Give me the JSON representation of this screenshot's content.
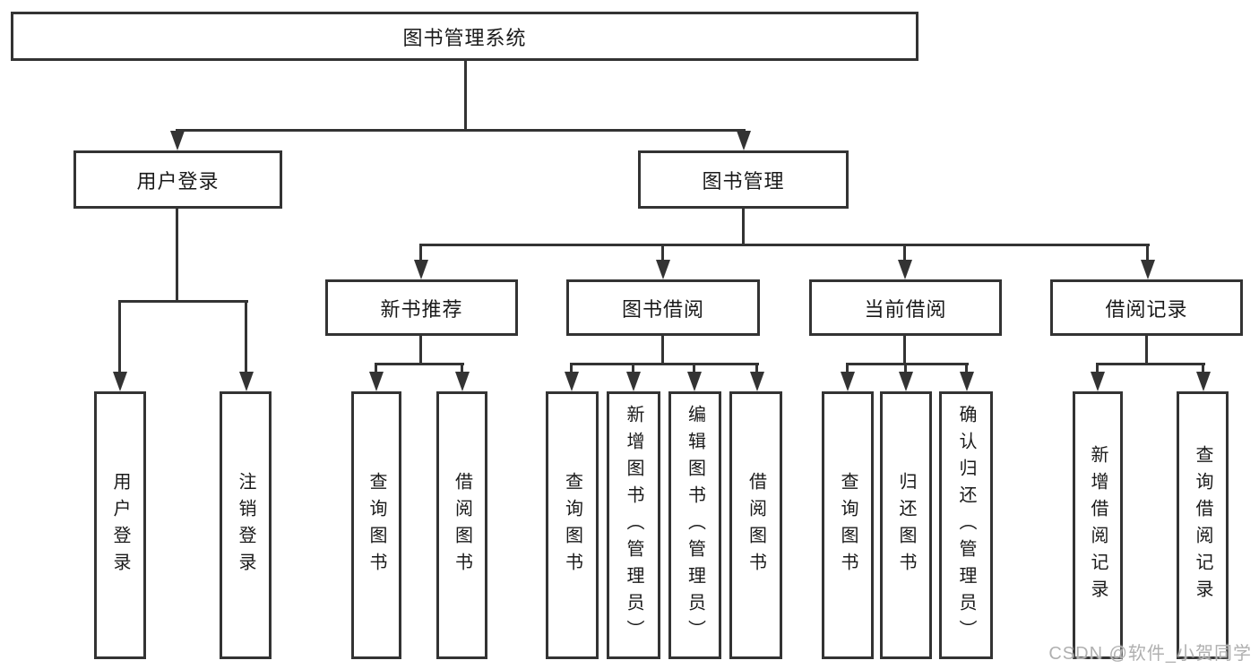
{
  "tree": {
    "root": {
      "label": "图书管理系统",
      "children": [
        {
          "label": "用户登录",
          "children": [
            {
              "label": "用户登录"
            },
            {
              "label": "注销登录"
            }
          ]
        },
        {
          "label": "图书管理",
          "children": [
            {
              "label": "新书推荐",
              "children": [
                {
                  "label": "查询图书"
                },
                {
                  "label": "借阅图书"
                }
              ]
            },
            {
              "label": "图书借阅",
              "children": [
                {
                  "label": "查询图书"
                },
                {
                  "label": "新增图书（管理员）"
                },
                {
                  "label": "编辑图书（管理员）"
                },
                {
                  "label": "借阅图书"
                }
              ]
            },
            {
              "label": "当前借阅",
              "children": [
                {
                  "label": "查询图书"
                },
                {
                  "label": "归还图书"
                },
                {
                  "label": "确认归还（管理员）"
                }
              ]
            },
            {
              "label": "借阅记录",
              "children": [
                {
                  "label": "新增借阅记录"
                },
                {
                  "label": "查询借阅记录"
                }
              ]
            }
          ]
        }
      ]
    }
  },
  "watermark": {
    "text": "CSDN @软件_小贺同学"
  },
  "colors": {
    "line": "#333333",
    "text": "#1a1a1a",
    "background": "#ffffff",
    "watermark": "#b0b0b0"
  }
}
